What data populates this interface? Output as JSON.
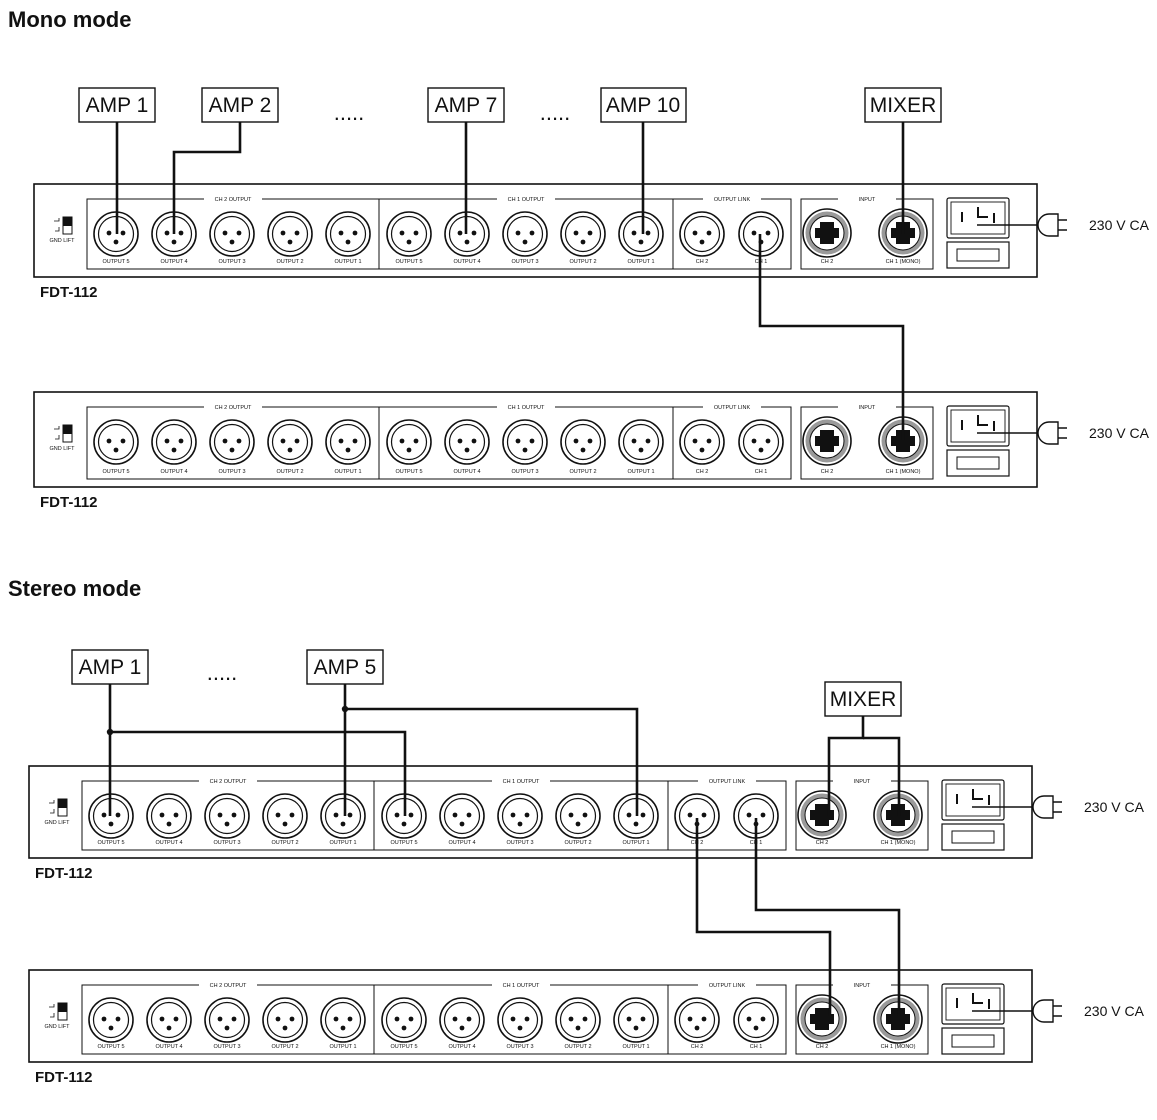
{
  "sections": [
    {
      "title": "Mono mode",
      "amps": [
        "AMP 1",
        "AMP 2",
        "AMP 7",
        "AMP 10"
      ],
      "ellipses": [
        ".....",
        "....."
      ],
      "mixer": "MIXER",
      "units": [
        {
          "model": "FDT-112",
          "power": "230 V CA"
        },
        {
          "model": "FDT-112",
          "power": "230 V CA"
        }
      ]
    },
    {
      "title": "Stereo mode",
      "amps": [
        "AMP 1",
        "AMP 5"
      ],
      "ellipses": [
        "....."
      ],
      "mixer": "MIXER",
      "units": [
        {
          "model": "FDT-112",
          "power": "230 V CA"
        },
        {
          "model": "FDT-112",
          "power": "230 V CA"
        }
      ]
    }
  ],
  "panel": {
    "gnd_lift": "GND LIFT",
    "groups": {
      "ch2_output": "CH 2 OUTPUT",
      "ch1_output": "CH 1 OUTPUT",
      "output_link": "OUTPUT LINK",
      "input": "INPUT"
    },
    "output_labels": [
      "OUTPUT 5",
      "OUTPUT 4",
      "OUTPUT 3",
      "OUTPUT 2",
      "OUTPUT 1"
    ],
    "link_labels": [
      "CH 2",
      "CH 1"
    ],
    "input_labels": [
      "CH 2",
      "CH 1 (MONO)"
    ]
  }
}
